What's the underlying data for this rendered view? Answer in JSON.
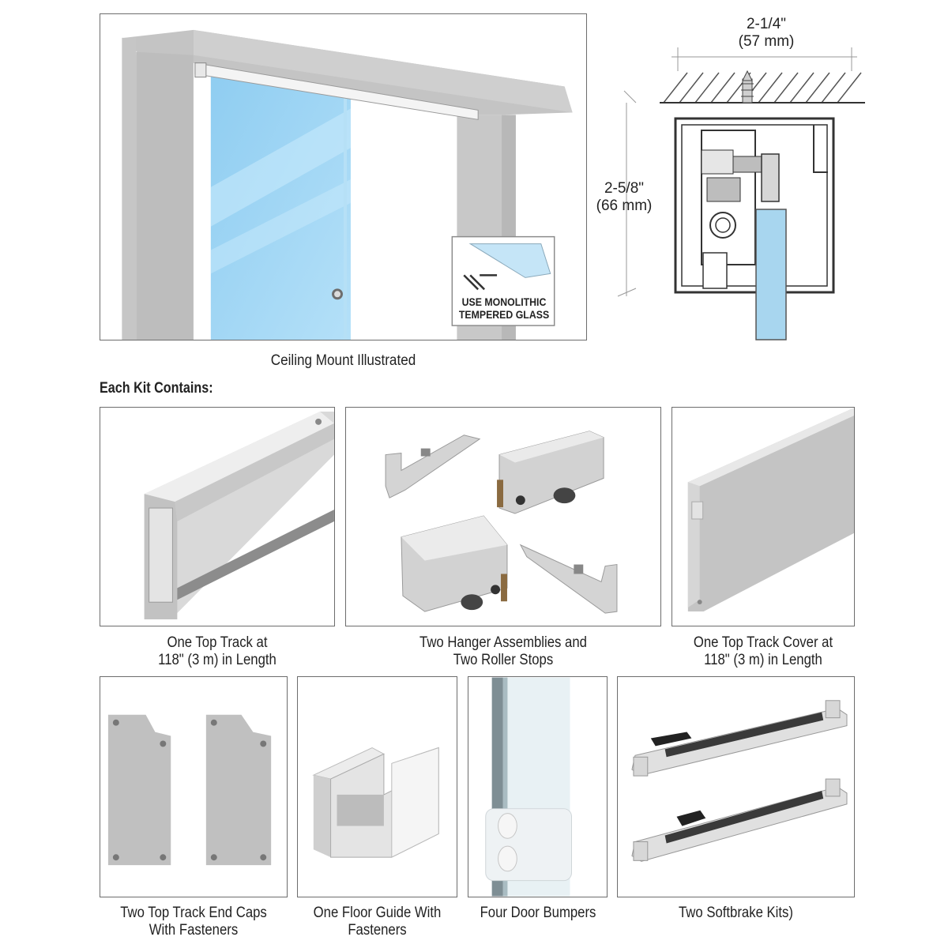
{
  "hero": {
    "caption": "Ceiling Mount Illustrated",
    "glass_note_line1": "USE MONOLITHIC",
    "glass_note_line2": "TEMPERED GLASS",
    "colors": {
      "glass": "#9ed3f2",
      "aluminum": "#c9c9c9",
      "frame": "#bdbdbd"
    }
  },
  "section_drawing": {
    "width_label_1": "2-1/4\"",
    "width_label_2": "(57 mm)",
    "height_label_1": "2-5/8\"",
    "height_label_2": "(66 mm)"
  },
  "kit": {
    "heading": "Each Kit Contains:",
    "items": [
      {
        "line1": "One Top Track at",
        "line2": "118\" (3 m) in Length"
      },
      {
        "line1": "Two Hanger Assemblies and",
        "line2": "Two Roller Stops"
      },
      {
        "line1": "One Top Track Cover at",
        "line2": "118\" (3 m) in Length"
      },
      {
        "line1": "Two Top Track End Caps",
        "line2": "With Fasteners"
      },
      {
        "line1": "One Floor Guide With",
        "line2": "Fasteners"
      },
      {
        "line1": "Four Door Bumpers",
        "line2": ""
      },
      {
        "line1": "Two Softbrake Kits)",
        "line2": ""
      }
    ]
  }
}
